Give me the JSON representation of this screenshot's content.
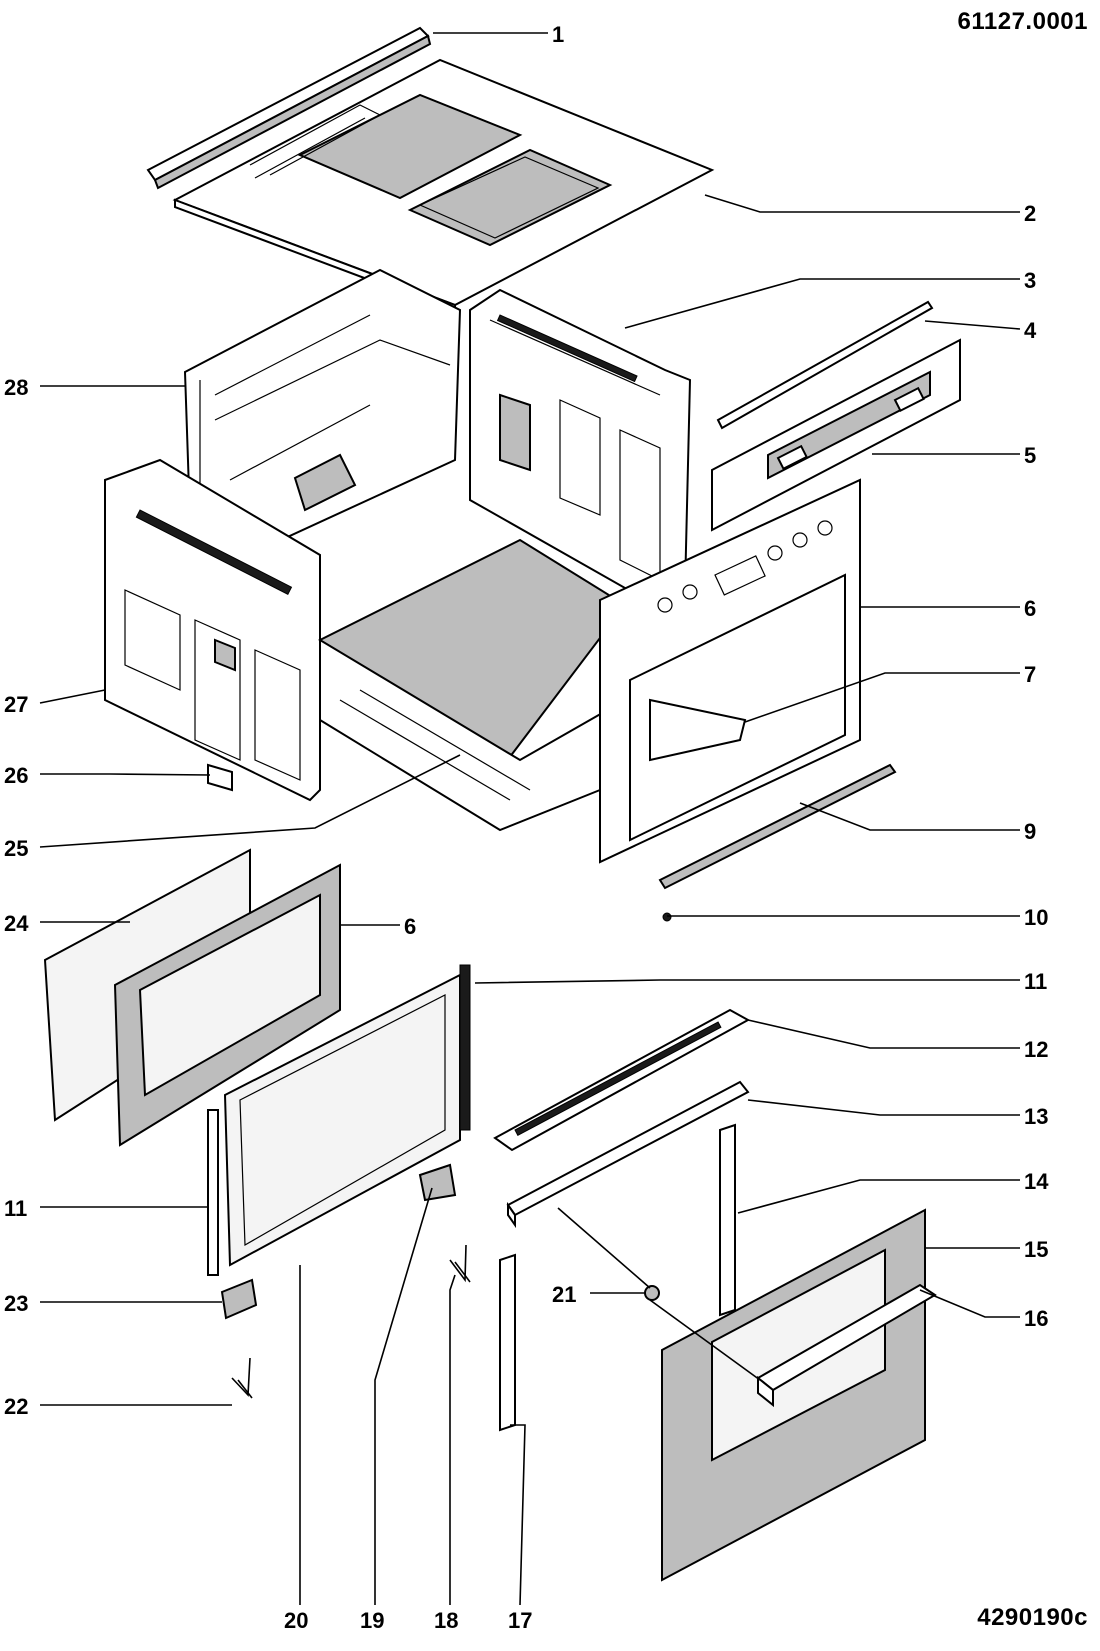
{
  "diagram": {
    "doc_code_top": "61127.0001",
    "doc_code_bottom": "4290190c",
    "callouts": {
      "c1": "1",
      "c2": "2",
      "c3": "3",
      "c4": "4",
      "c5": "5",
      "c6a": "6",
      "c7": "7",
      "c9": "9",
      "c10": "10",
      "c11a": "11",
      "c12": "12",
      "c13": "13",
      "c14": "14",
      "c15": "15",
      "c16": "16",
      "c28": "28",
      "c27": "27",
      "c26": "26",
      "c25": "25",
      "c24": "24",
      "c6b": "6",
      "c11b": "11",
      "c23": "23",
      "c22": "22",
      "c21": "21",
      "c20": "20",
      "c19": "19",
      "c18": "18",
      "c17": "17"
    }
  }
}
